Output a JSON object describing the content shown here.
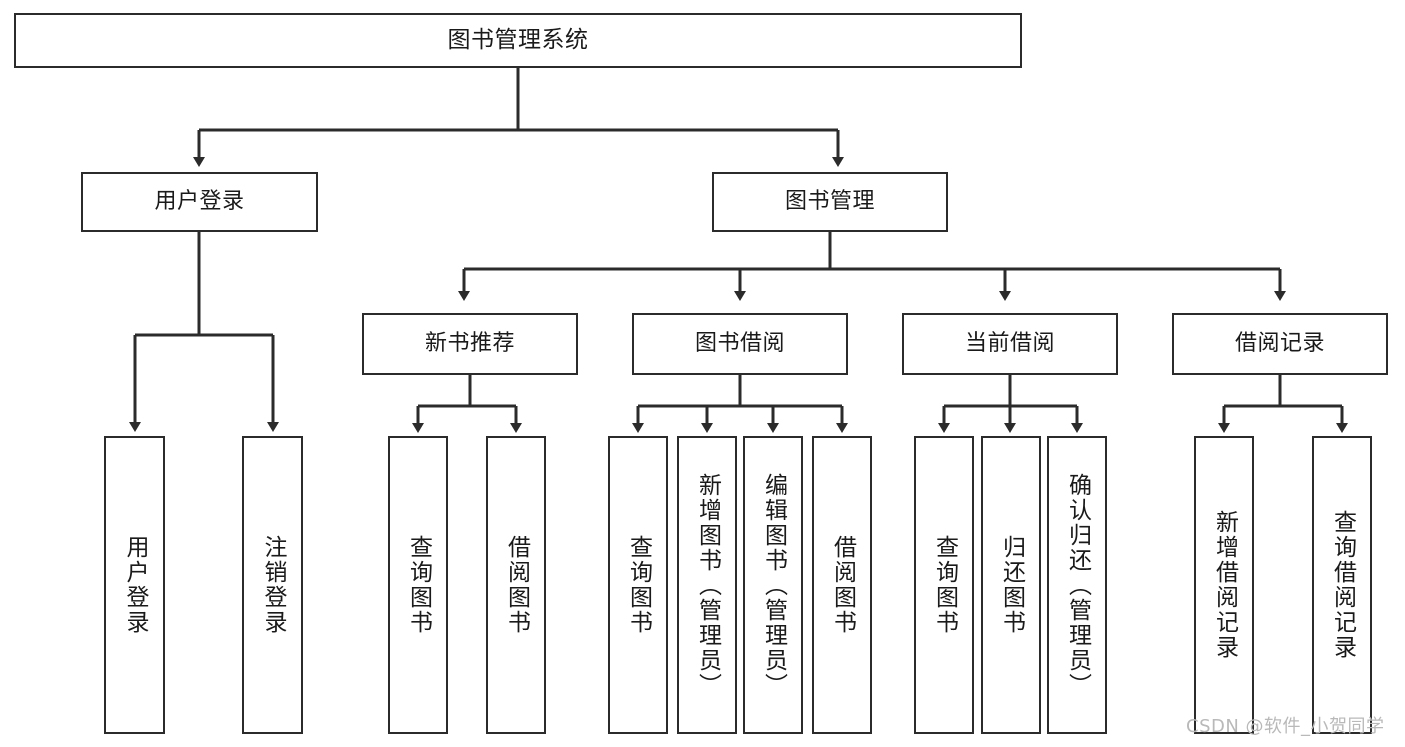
{
  "diagram": {
    "type": "tree-hierarchy-chart",
    "title": "图书管理系统",
    "line_color": "#2b2b2b",
    "box_fill": "#ffffff",
    "text_color": "#1a1a1a",
    "watermark": "CSDN @软件_小贺同学"
  },
  "nodes": {
    "root": {
      "label": "图书管理系统"
    },
    "level2": [
      {
        "label": "用户登录"
      },
      {
        "label": "图书管理"
      }
    ],
    "level3": [
      {
        "label": "新书推荐"
      },
      {
        "label": "图书借阅"
      },
      {
        "label": "当前借阅"
      },
      {
        "label": "借阅记录"
      }
    ],
    "leaves_user_login": [
      {
        "label": "用户登录"
      },
      {
        "label": "注销登录"
      }
    ],
    "leaves_new_book": [
      {
        "label": "查询图书"
      },
      {
        "label": "借阅图书"
      }
    ],
    "leaves_borrow": [
      {
        "label": "查询图书"
      },
      {
        "label": "新增图书（管理员）"
      },
      {
        "label": "编辑图书（管理员）"
      },
      {
        "label": "借阅图书"
      }
    ],
    "leaves_current": [
      {
        "label": "查询图书"
      },
      {
        "label": "归还图书"
      },
      {
        "label": "确认归还（管理员）"
      }
    ],
    "leaves_records": [
      {
        "label": "新增借阅记录"
      },
      {
        "label": "查询借阅记录"
      }
    ]
  }
}
